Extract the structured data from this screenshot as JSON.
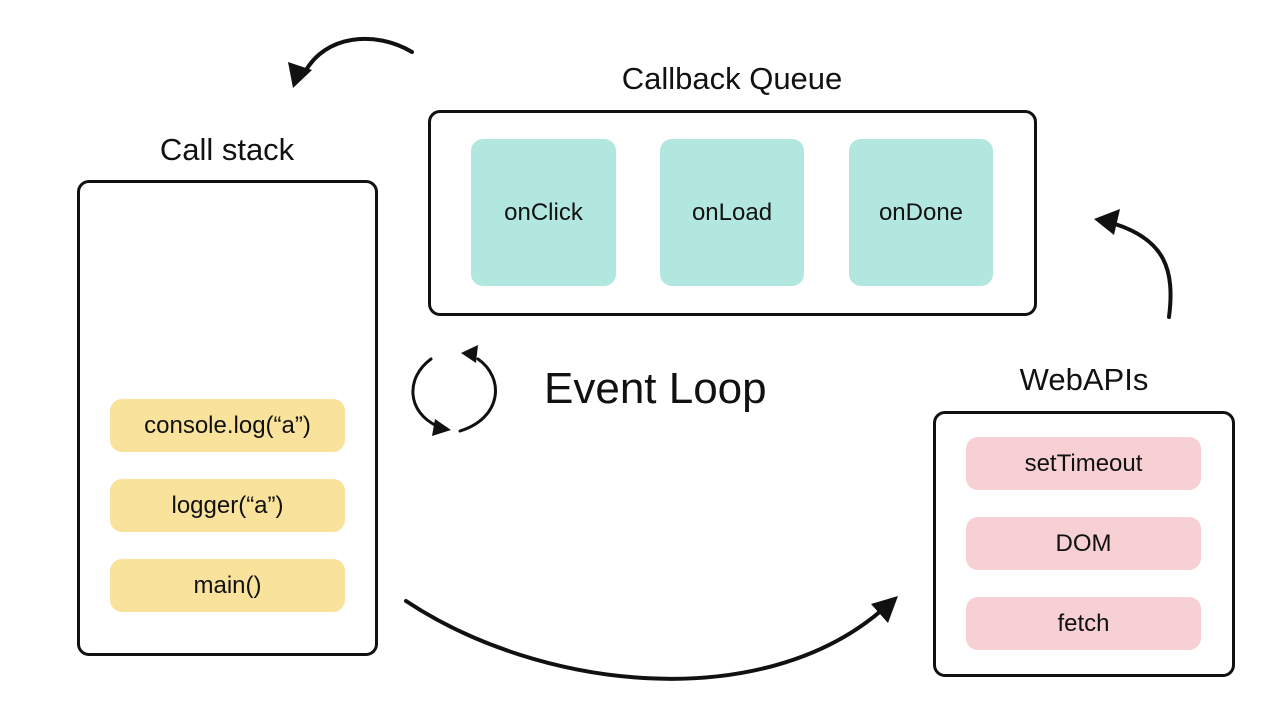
{
  "call_stack": {
    "title": "Call stack",
    "frames": [
      "console.log(“a”)",
      "logger(“a”)",
      "main()"
    ]
  },
  "callback_queue": {
    "title": "Callback Queue",
    "items": [
      "onClick",
      "onLoad",
      "onDone"
    ]
  },
  "event_loop": {
    "label": "Event Loop"
  },
  "web_apis": {
    "title": "WebAPIs",
    "items": [
      "setTimeout",
      "DOM",
      "fetch"
    ]
  },
  "colors": {
    "stack_chip": "#f9e29c",
    "queue_chip": "#b2e7df",
    "api_chip": "#f6d0d2",
    "stroke": "#111111"
  },
  "icons": [
    "arrow-queue-to-stack-icon",
    "arrow-stack-to-webapis-icon",
    "arrow-webapis-to-queue-icon",
    "event-loop-cycle-icon"
  ]
}
